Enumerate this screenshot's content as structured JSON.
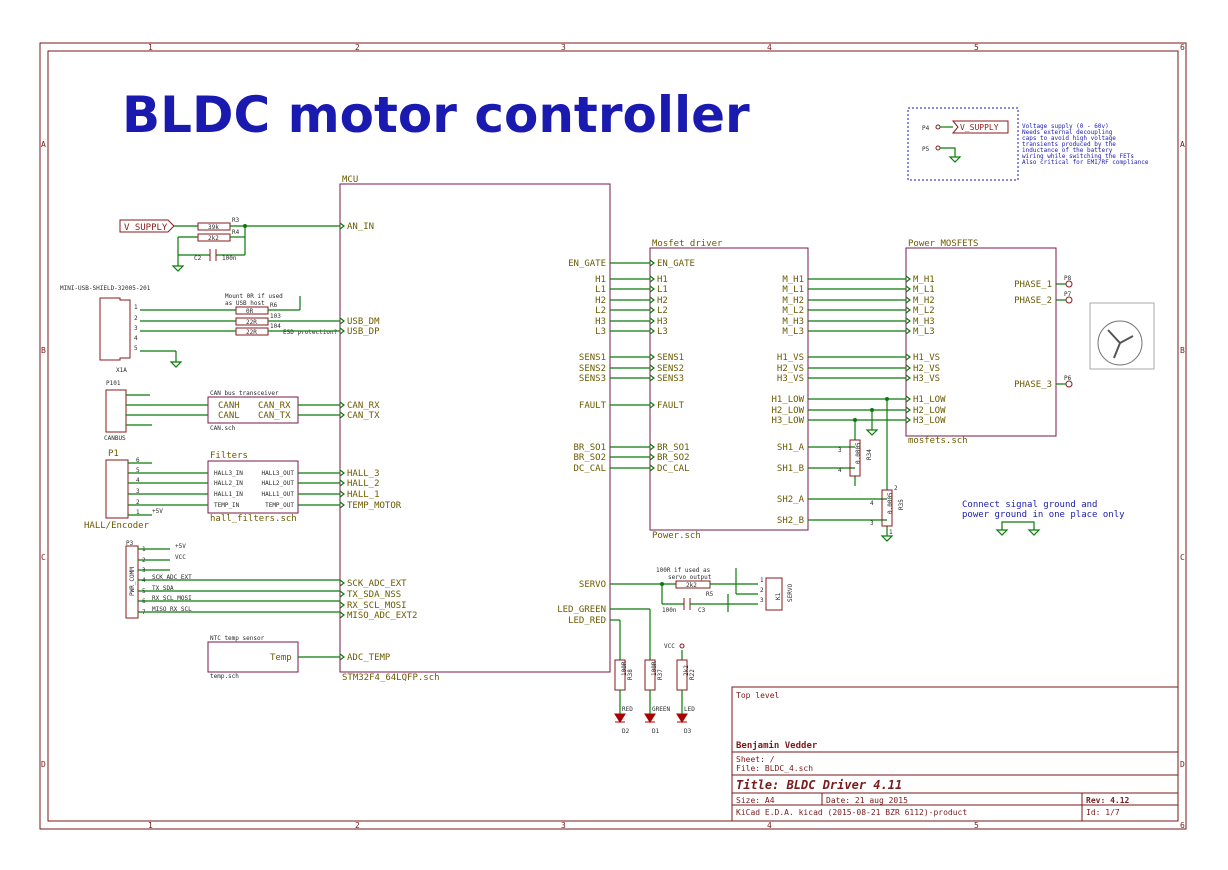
{
  "title": "BLDC motor controller",
  "border": {
    "cols": [
      "1",
      "2",
      "3",
      "4",
      "5",
      "6"
    ],
    "rows": [
      "A",
      "B",
      "C",
      "D"
    ]
  },
  "supply_box": {
    "ref4": "P4",
    "label": "V_SUPPLY",
    "ref5": "P5",
    "note": [
      "Voltage supply (0 - 60v)",
      "Needs external decoupling",
      "caps to avoid high voltage",
      "transients produced by the",
      "inductance of the battery",
      "wiring while switching the FETs",
      "Also critical for EMI/RF compliance"
    ]
  },
  "mcu": {
    "title": "MCU",
    "file": "STM32F4_64LQFP.sch",
    "left_pins": [
      "AN_IN",
      "USB_DM",
      "USB_DP",
      "CAN_RX",
      "CAN_TX",
      "HALL_3",
      "HALL_2",
      "HALL_1",
      "TEMP_MOTOR",
      "SCK_ADC_EXT",
      "TX_SDA_NSS",
      "RX_SCL_MOSI",
      "MISO_ADC_EXT2",
      "ADC_TEMP"
    ],
    "right_pins": [
      "EN_GATE",
      "H1",
      "L1",
      "H2",
      "L2",
      "H3",
      "L3",
      "SENS1",
      "SENS2",
      "SENS3",
      "FAULT",
      "BR_SO1",
      "BR_SO2",
      "DC_CAL",
      "SERVO",
      "LED_GREEN",
      "LED_RED"
    ]
  },
  "driver": {
    "title": "Mosfet driver",
    "file": "Power.sch",
    "left_pins": [
      "EN_GATE",
      "H1",
      "L1",
      "H2",
      "L2",
      "H3",
      "L3",
      "SENS1",
      "SENS2",
      "SENS3",
      "FAULT",
      "BR_SO1",
      "BR_SO2",
      "DC_CAL"
    ],
    "right_pins": [
      "M_H1",
      "M_L1",
      "M_H2",
      "M_L2",
      "M_H3",
      "M_L3",
      "H1_VS",
      "H2_VS",
      "H3_VS",
      "H1_LOW",
      "H2_LOW",
      "H3_LOW",
      "SH1_A",
      "SH1_B",
      "SH2_A",
      "SH2_B"
    ]
  },
  "mosfets": {
    "title": "Power_MOSFETS",
    "file": "mosfets.sch",
    "left_pins": [
      "M_H1",
      "M_L1",
      "M_H2",
      "M_L2",
      "M_H3",
      "M_L3",
      "H1_VS",
      "H2_VS",
      "H3_VS",
      "H1_LOW",
      "H2_LOW",
      "H3_LOW"
    ],
    "right_pins": [
      "PHASE_1",
      "PHASE_2",
      "PHASE_3"
    ],
    "phase_refs": [
      "P8",
      "P7",
      "P6"
    ]
  },
  "can": {
    "title": "CAN bus transceiver",
    "file": "CAN.sch",
    "left_pins": [
      "CANH",
      "CANL"
    ],
    "right_pins": [
      "CAN_RX",
      "CAN_TX"
    ],
    "connector_ref": "P101",
    "connector_name": "CANBUS"
  },
  "filters": {
    "title": "Filters",
    "file": "hall_filters.sch",
    "left_pins": [
      "HALL3_IN",
      "HALL2_IN",
      "HALL1_IN",
      "TEMP_IN"
    ],
    "right_pins": [
      "HALL3_OUT",
      "HALL2_OUT",
      "HALL1_OUT",
      "TEMP_OUT"
    ],
    "connector_ref": "P1",
    "connector_name": "HALL/Encoder",
    "pin_numbers": [
      "6",
      "5",
      "4",
      "3",
      "2",
      "1"
    ],
    "vcc": "+5V"
  },
  "temp": {
    "title": "NTC temp sensor",
    "file": "temp.sch",
    "pin": "Temp"
  },
  "usb": {
    "name": "MINI-USB-SHIELD-32005-201",
    "ref": "X1A",
    "note": [
      "Mount 0R if used",
      "as USB host"
    ],
    "r6": "R6",
    "r6v": "0R",
    "r103": "103",
    "r103v": "22R",
    "r104": "104",
    "r104v": "22R",
    "esd": "ESD protection?",
    "pins": [
      "1",
      "2",
      "3",
      "4",
      "5"
    ]
  },
  "vsupply_div": {
    "label": "V_SUPPLY",
    "r3": "R3",
    "r3v": "39k",
    "r4": "R4",
    "r4v": "2k2",
    "c2": "C2",
    "c2v": "100n"
  },
  "comm": {
    "ref": "P3",
    "name": "PWR_COMM",
    "pins": [
      "1",
      "2",
      "3",
      "4",
      "5",
      "6",
      "7"
    ],
    "labels": [
      "+5V",
      "VCC",
      "",
      "SCK_ADC_EXT",
      "TX_SDA",
      "RX_SCL_MOSI",
      "MISO_RX_SCL"
    ]
  },
  "servo": {
    "note": [
      "100R if used as",
      "servo output"
    ],
    "r5": "R5",
    "r5v": "2k2",
    "c3": "C3",
    "c3v": "100n",
    "k1": "K1",
    "k1name": "SERVO",
    "pins": [
      "1",
      "2",
      "3"
    ]
  },
  "leds": {
    "r38": "R38",
    "r38v": "100R",
    "r37": "R37",
    "r37v": "100R",
    "r22": "R22",
    "r22v": "2k2",
    "d2": "D2",
    "d2c": "RED",
    "d1": "D1",
    "d1c": "GREEN",
    "d3": "D3",
    "d3c": "LED",
    "vcc": "VCC"
  },
  "shunts": {
    "r34": "R34",
    "r34v": "0.0005",
    "r35": "R35",
    "r35v": "0.0005",
    "pins": [
      "3",
      "4",
      "4",
      "3",
      "1",
      "2"
    ]
  },
  "ground_note": [
    "Connect signal ground and",
    "power ground in one place only"
  ],
  "title_block": {
    "sheet_name": "Top level",
    "author": "Benjamin Vedder",
    "sheet": "Sheet: /",
    "file": "File: BLDC_4.sch",
    "title": "Title: BLDC Driver 4.11",
    "size": "Size: A4",
    "date": "Date: 21 aug 2015",
    "rev": "Rev: 4.12",
    "tool": "KiCad E.D.A.  kicad (2015-08-21 BZR 6112)-product",
    "id": "Id: 1/7"
  },
  "colors": {
    "frame": "#7a1a1a",
    "wire": "#0a7a0a",
    "label": "#6b5a00",
    "title": "#1a1ab0"
  }
}
